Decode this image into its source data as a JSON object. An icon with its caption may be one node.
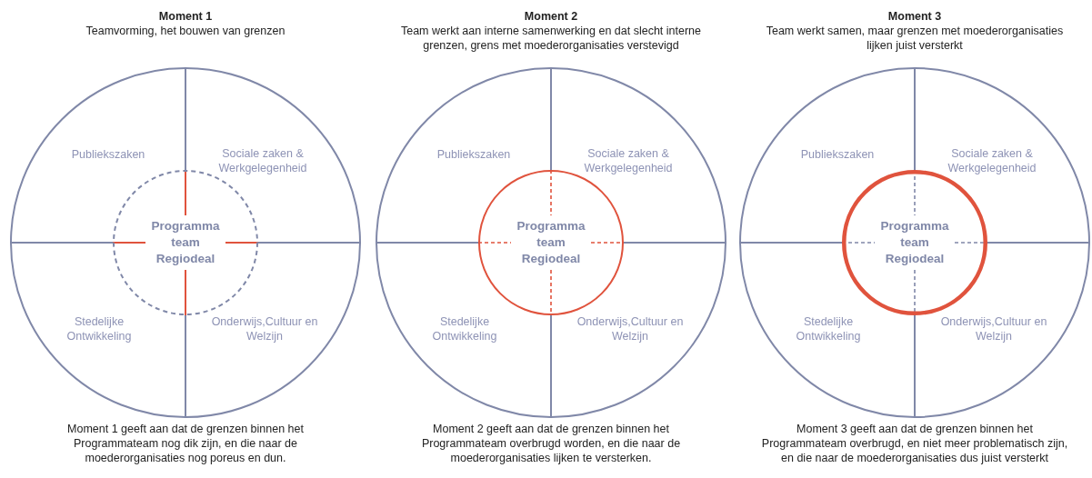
{
  "diagram": {
    "nodes": [
      {
        "text": [
          "Moment 1",
          "Teamvorming, het bouwen van grenzen",
          "Publiekszaken",
          "Sociale zaken & Werkgelegenheid",
          "Stedelijke Ontwikkeling",
          "Onderwijs,Cultuur en Welzijn"
        ],
        "beside": [
          "Moment 1 geeft aan dat de grenzen binnen het Programmateam nog dik zijn, en die naar de moederorganisaties nog poreus en dun."
        ]
      },
      {
        "text": [
          "Programma team Regiodeal"
        ],
        "in": 0
      },
      {
        "text": [
          "Moment 2",
          "Team werkt aan interne samenwerking en dat slecht interne grenzen, grens met moederorganisaties verstevigd",
          "Publiekszaken",
          "Sociale zaken & Werkgelegenheid",
          "Stedelijke Ontwikkeling",
          "Onderwijs,Cultuur en Welzijn"
        ],
        "beside": [
          "Moment 2 geeft aan dat de grenzen binnen het Programmateam overbrugd worden, en die naar de moederorganisaties lijken te versterken."
        ]
      },
      {
        "text": [
          "Programma team Regiodeal"
        ],
        "in": 2
      },
      {
        "text": [
          "Moment 3",
          "Team werkt samen, maar grenzen met moederorganisaties lijken juist versterkt",
          "Publiekszaken",
          "Sociale zaken & Werkgelegenheid",
          "Stedelijke Ontwikkeling",
          "Onderwijs,Cultuur en Welzijn"
        ],
        "beside": [
          "Moment 3 geeft aan dat de grenzen binnen het Programmateam overbrugd, en niet meer problematisch zijn, en die naar de moederorganisaties dus juist versterkt"
        ]
      },
      {
        "text": [
          "Programma team Regiodeal"
        ],
        "in": 4
      }
    ]
  }
}
